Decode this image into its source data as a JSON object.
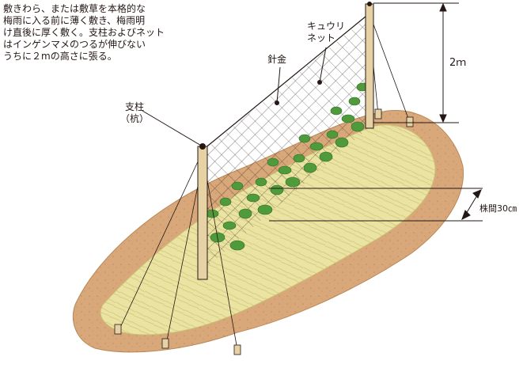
{
  "intro_lines": [
    "敷きわら、または敷草を本格的な",
    "梅雨に入る前に薄く敷き、梅雨明",
    "け直後に厚く敷く。支柱およびネット",
    "はインゲンマメのつるが伸びない",
    "うちに２mの高さに張る。"
  ],
  "labels": {
    "net_line1": "キュウリ",
    "net_line2": "ネット",
    "wire": "針金",
    "post_line1": "支柱",
    "post_line2": "（杭）",
    "height": "2ｍ",
    "spacing": "株間30㎝"
  },
  "colors": {
    "soil": "#d9a87a",
    "soil_edge": "#b98755",
    "mulch": "#eae3a2",
    "mulch_shade": "#d2c97c",
    "leaf": "#4f9a3a",
    "leaf_dark": "#2f6b26",
    "post": "#e7d2a6",
    "ink": "#231815"
  }
}
